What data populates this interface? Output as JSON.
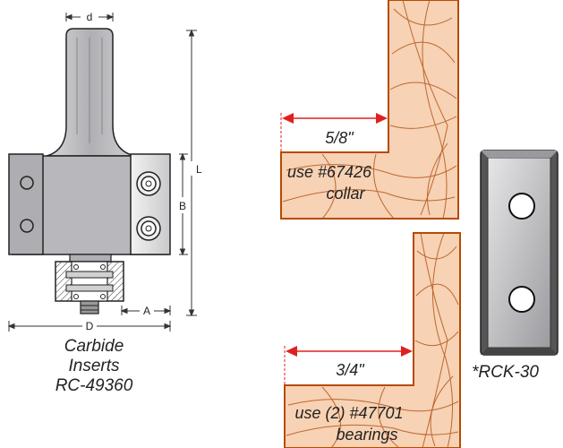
{
  "bit_drawing": {
    "dim_small_d": "d",
    "dim_L": "L",
    "dim_B": "B",
    "dim_A": "A",
    "dim_D": "D"
  },
  "upper_setup": {
    "offset": "5/8\"",
    "part_line1": "use #67426",
    "part_line2": "collar"
  },
  "lower_setup": {
    "offset": "3/4\"",
    "part_line1": "use (2) #47701",
    "part_line2": "bearings"
  },
  "captions": {
    "left": [
      "Carbide",
      "Inserts",
      "RC-49360"
    ],
    "right": "*RCK-30"
  },
  "colors": {
    "wood_fill": "#f7d2b4",
    "wood_stroke": "#b84a00",
    "grain": "#b4551a",
    "dimension_red": "#e0201e",
    "steel_gray": "#b8b8bc"
  }
}
